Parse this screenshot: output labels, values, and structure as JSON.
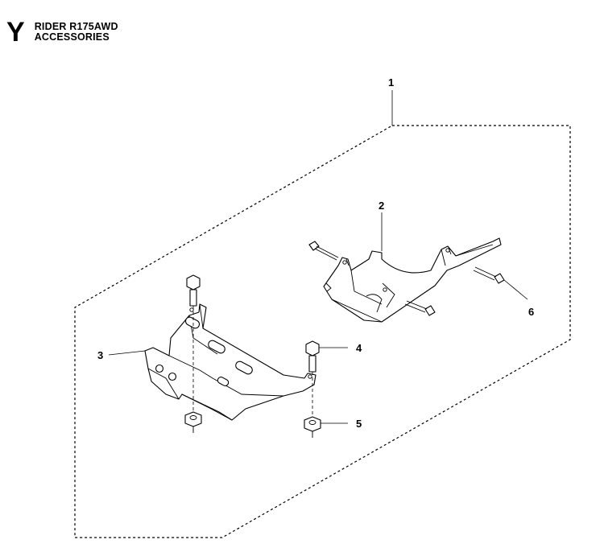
{
  "header": {
    "section_letter": "Y",
    "title_line1": "RIDER R175AWD",
    "title_line2": "ACCESSORIES"
  },
  "callouts": [
    "1",
    "2",
    "3",
    "4",
    "5",
    "6"
  ]
}
